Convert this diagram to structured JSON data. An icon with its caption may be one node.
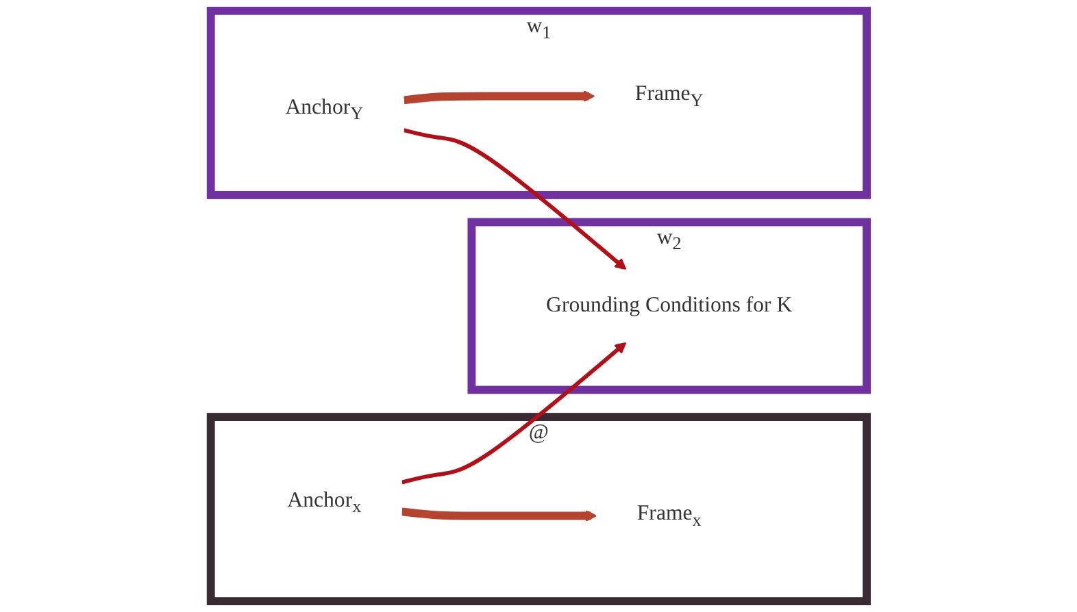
{
  "diagram": {
    "nodes": [
      {
        "text": [
          "@"
        ]
      },
      {
        "text": [
          "Frame$_{x}$"
        ],
        "in": 0
      },
      {
        "text": [
          "Anchor$_{x}$"
        ],
        "in": 0
      },
      {
        "text": [
          "w$_{2}$"
        ]
      },
      {
        "text": [
          "Grounding Conditions for K"
        ],
        "in": 3
      },
      {
        "text": [
          "w$_{1}$"
        ]
      },
      {
        "text": [
          "Frame$_{Y}$"
        ],
        "in": 5
      },
      {
        "text": [
          "Anchor$_{Y}$"
        ],
        "in": 5
      }
    ],
    "edges": [
      {
        "from": 2,
        "to": 1,
        "arrow": "to",
        "style": "thick",
        "color": "#b5432f"
      },
      {
        "from": 7,
        "to": 6,
        "arrow": "to",
        "style": "thick",
        "color": "#b5432f"
      },
      {
        "from": 2,
        "to": 4,
        "arrow": "to",
        "color": "#b01018"
      },
      {
        "from": 7,
        "to": 4,
        "arrow": "to",
        "color": "#b01018"
      }
    ]
  }
}
